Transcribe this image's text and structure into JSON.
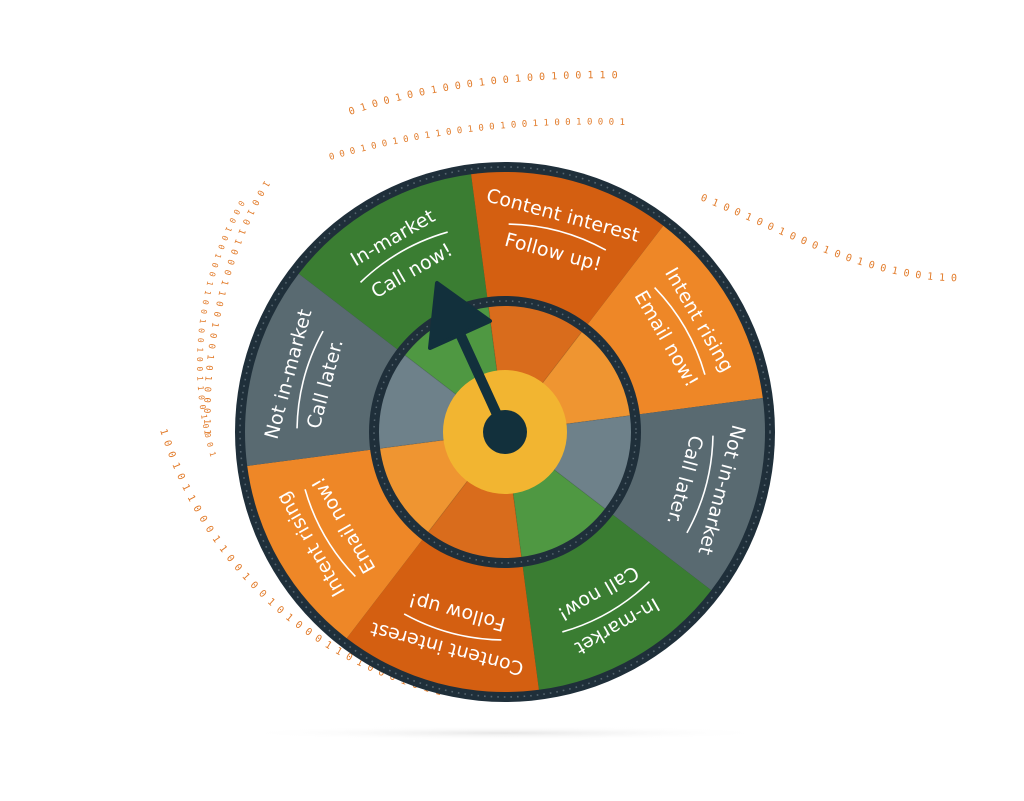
{
  "colors": {
    "in_market": "#3a7d32",
    "in_market_inner": "#4f9842",
    "content_interest": "#d45f11",
    "content_interest_inner": "#d96c1c",
    "intent_rising": "#ee8727",
    "intent_rising_inner": "#ef9531",
    "not_in_market": "#596a71",
    "not_in_market_inner": "#6e818a",
    "rim": "#1f2f3a",
    "hub": "#f2b531",
    "pointer": "#12303c",
    "binary": "#e27c2b"
  },
  "segments": [
    {
      "kind": "in_market",
      "title": "In-market",
      "action": "Call now!"
    },
    {
      "kind": "content_interest",
      "title": "Content interest",
      "action": "Follow up!"
    },
    {
      "kind": "intent_rising",
      "title": "Intent rising",
      "action": "Email now!"
    },
    {
      "kind": "not_in_market",
      "title": "Not in-market",
      "action": "Call later."
    },
    {
      "kind": "in_market",
      "title": "In-market",
      "action": "Call now!"
    },
    {
      "kind": "content_interest",
      "title": "Content interest",
      "action": "Follow up!"
    },
    {
      "kind": "intent_rising",
      "title": "Intent rising",
      "action": "Email now!"
    },
    {
      "kind": "not_in_market",
      "title": "Not in-market",
      "action": "Call later."
    }
  ],
  "binary_strings": [
    "0 1 0 0 1 0 0 1 0 0 0 1 0 0 1 0 0 1 0 0 1 1 0",
    "0 0 0 1 0 0 1 0 0 1 1 0 0 1 0 0 1 0 0 1 1 0 0 1 0 0 0 1",
    "1 0 0 1 0 1 1 0 0 0 1 1 0 0 1 0 0 1 0 1 0 0 0 1 1 0 1 0 0 0 1 0 1 1 0 0 1 0 0 1 1 0 1"
  ]
}
